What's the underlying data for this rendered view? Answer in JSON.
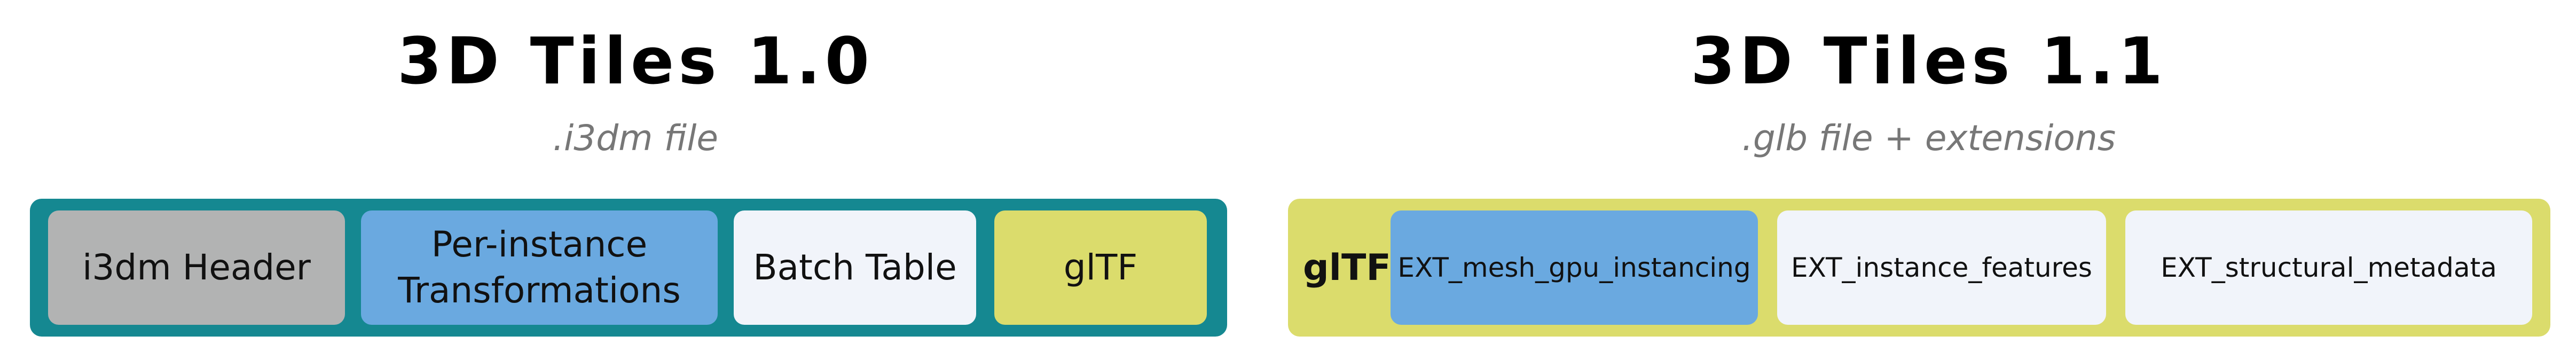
{
  "left": {
    "title": "3D Tiles 1.0",
    "subtitle": ".i3dm file",
    "container_color": "#158891",
    "boxes": [
      {
        "label": "i3dm Header",
        "color": "#b2b3b3"
      },
      {
        "label": "Per-instance\nTransformations",
        "color": "#6aa9e0"
      },
      {
        "label": "Batch Table",
        "color": "#f1f4fa"
      },
      {
        "label": "glTF",
        "color": "#dbdc6c"
      }
    ]
  },
  "right": {
    "title": "3D Tiles 1.1",
    "subtitle": ".glb file + extensions",
    "container_color": "#dbdc6c",
    "container_label": "glTF",
    "boxes": [
      {
        "label": "EXT_mesh_gpu_instancing",
        "color": "#6aa9e0"
      },
      {
        "label": "EXT_instance_features",
        "color": "#f1f4fa"
      },
      {
        "label": "EXT_structural_metadata",
        "color": "#f1f4fa"
      }
    ]
  }
}
